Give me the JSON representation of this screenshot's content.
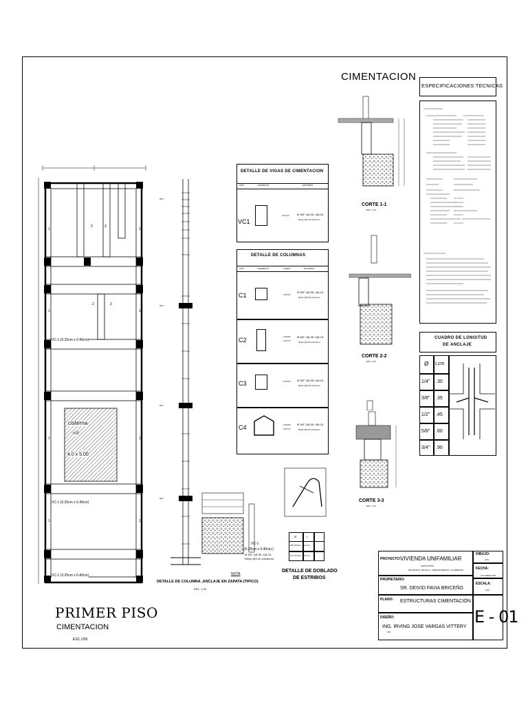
{
  "sheet": {
    "title_cimentacion": "CIMENTACION",
    "spec_title": "ESPECIFICACIONES TECNICAS",
    "plan_title": "PRIMER PISO",
    "plan_subtitle": "CIMENTACION",
    "plan_scale": "ESC.1/50",
    "plan_labels": {
      "vc1_a": "VC-1 (0.25cm x 0.40cm)",
      "vc1_b": "VC-1 (0.25cm x 0.40cm)",
      "vc1_c": "VC-1 (0.25cm x 0.40cm)",
      "cisterna": "cisterna",
      "cisterna_vol": "m3",
      "cisterna_dim": "4.0 x 5.00"
    },
    "vigas_table": {
      "title": "DETALLE DE VIGAS DE CIMENTACION",
      "headers": [
        "TIPO",
        "ELEMENTO",
        "ESTRIBOS"
      ],
      "rows": [
        {
          "tipo": "VC1",
          "acero": "4 Ø 1/2\"",
          "estribos": "Ø 3/8\" 1@.05, 4@.10,",
          "resto": "Resto @0.20 c/extremo"
        }
      ]
    },
    "columnas_table": {
      "title": "DETALLE DE COLUMNAS",
      "headers": [
        "TIPO",
        "ELEMENTO",
        "ACERO",
        "ESTRIBOS"
      ],
      "rows": [
        {
          "tipo": "C1",
          "acero": "4 Ø 1/2\"",
          "estribos": "Ø 3/8\" 1@.05, 4@.10,",
          "resto": "Resto @0.20 c/extremo"
        },
        {
          "tipo": "C2",
          "acero": "4 Ø 5/8\"",
          "acero2": "2 Ø 1/2\"",
          "estribos": "Ø 3/8\" 1@.05, 4@.10,",
          "resto": "Resto @0.20 c/extremo"
        },
        {
          "tipo": "C3",
          "acero": "6 Ø 5/8\"",
          "estribos": "Ø 3/8\" 1@.05, 4@.10,",
          "resto": "Resto @0.20 c/extremo"
        },
        {
          "tipo": "C4",
          "acero": "4 Ø 5/8\"",
          "acero2": "2 Ø 1/2\"",
          "estribos": "Ø 3/8\" 1@.05, 4@.10,",
          "resto": "Resto @0.20 c/extremo"
        }
      ]
    },
    "cortes": {
      "c1": "CORTE 1-1",
      "c2": "CORTE 2-2",
      "c3": "CORTE 3-3",
      "esc": "ESC. 1:20"
    },
    "detalle_columna": {
      "title": "DETALLE DE COLUMNA ,ANCLAJE EN ZAPATA (TIPICO)",
      "esc": "ESC. 1:20",
      "vc_label": "VC-1",
      "vc_dim": "(0.25cm x 0.40cm.)",
      "vc_est": "Ø 3/8\" 1@.05, 4@.10,",
      "vc_resto": "Resto @0.20 c/extremo",
      "nota": "NOTA"
    },
    "doblado": {
      "title": "DETALLE DE DOBLADO",
      "subtitle": "DE ESTRIBOS",
      "headers": [
        "Ø",
        "r"
      ],
      "rows": [
        [
          "3/8\" Ø 8mm",
          "2.0 cm"
        ],
        [
          "1/2\" Ø 6mm",
          "4.0 cm"
        ]
      ]
    },
    "anclaje": {
      "title": "CUADRO DE LONGITUD",
      "title2": "DE ANCLAJE",
      "headers": [
        "Ø",
        "Lcm"
      ],
      "rows": [
        [
          "1/4\"",
          ".30"
        ],
        [
          "3/8\"",
          ".35"
        ],
        [
          "1/2\"",
          ".45"
        ],
        [
          "5/8\"",
          ".60"
        ],
        [
          "3/4\"",
          ".90"
        ]
      ]
    },
    "title_block": {
      "proyecto_label": "PROYECTO:",
      "proyecto": "VIVIENDA UNIFAMILIAR",
      "ubicacion1": "SANTA ROSA",
      "ubicacion2": "PROVINCIA: TRUJILLO - DEPARTAMENTO: LA LIBERTAD",
      "propietario_label": "PROPIETARIO:",
      "propietario": "SR. DEIVID FAVIA BRICEÑO",
      "plano_label": "PLANO:",
      "plano": "ESTRUCTURAS CIMENTACIÓN",
      "diseno_label": "DISEÑO:",
      "diseno": "ING. IRVING JOSE VARGAS VITTERY",
      "cip": "CIP:",
      "dibujo_label": "DIBUJO:",
      "dibujo": "IJVV",
      "fecha_label": "FECHA:",
      "fecha": "OCTUBRE 2022",
      "escala_label": "ESCALA:",
      "escala": "1/50",
      "lamina": "E - 01"
    }
  }
}
